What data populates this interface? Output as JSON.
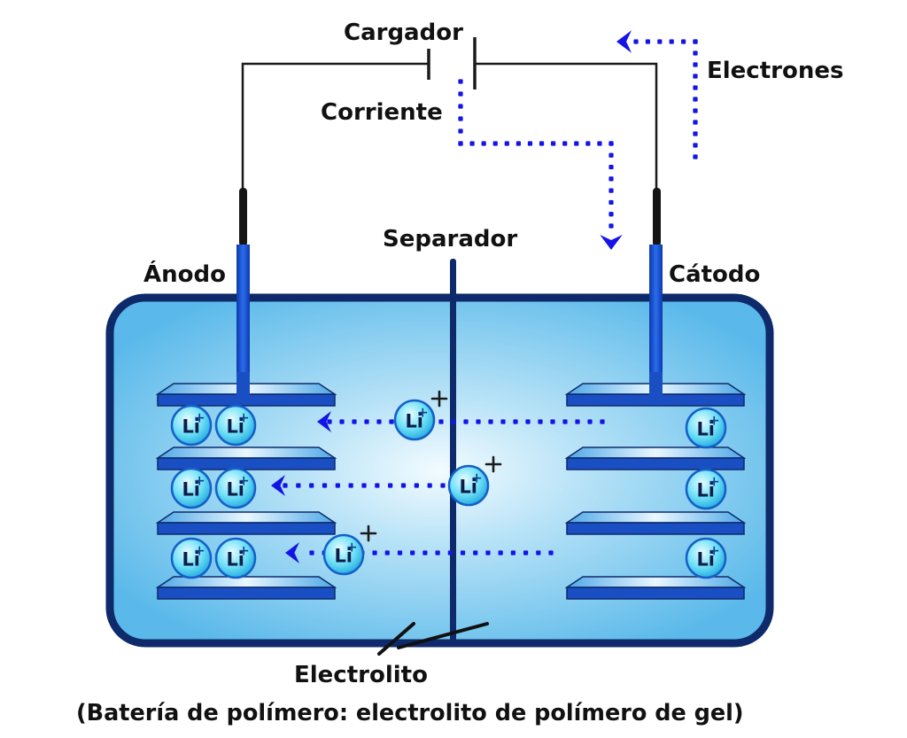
{
  "diagram": {
    "title": "(Batería de polímero: electrolito de polímero de gel)",
    "labels": {
      "charger": "Cargador",
      "current": "Corriente",
      "electrons": "Electrones",
      "separator": "Separador",
      "anode": "Ánodo",
      "cathode": "Cátodo",
      "electrolyte": "Electrolito"
    },
    "ion_symbol": "Li",
    "ion_charge": "+",
    "colors": {
      "wire": "#1a1a1a",
      "flow_arrow": "#1414e6",
      "battery_fill": "#6ec6ef",
      "battery_border": "#0e2a6b",
      "electrode": "#1a4fc4",
      "ion_fill": "#5fd8f5"
    },
    "anode_ions_per_plate": [
      2,
      2,
      2
    ],
    "cathode_ions_per_plate": [
      1,
      1,
      1
    ],
    "migrating_ions": 3
  }
}
